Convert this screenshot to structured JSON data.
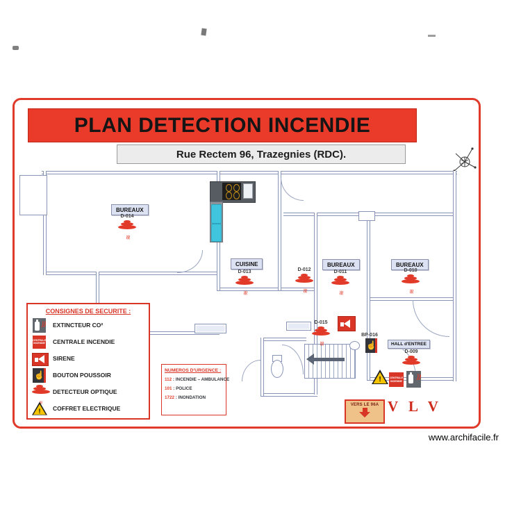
{
  "page": {
    "title": "PLAN DETECTION INCENDIE",
    "subtitle": "Rue Rectem 96, Trazegnies (RDC).",
    "watermark": "www.archifacile.fr"
  },
  "colors": {
    "banner_red": "#ea3b2a",
    "border_red": "#e03a2b",
    "wall_blue": "#8894b5",
    "detector_red": "#e23a28",
    "warning_yellow": "#f5c400",
    "room_label_bg": "#dde2f2",
    "exit_sign_bg": "#efc28a",
    "appliance_cyan": "#3fc6de"
  },
  "legend": {
    "title": "CONSIGNES DE SECURITE :",
    "items": [
      {
        "icon": "co2-extinguisher-icon",
        "label": "EXTINCTEUR CO²"
      },
      {
        "icon": "fire-alarm-panel-icon",
        "label": "CENTRALE INCENDIE"
      },
      {
        "icon": "siren-icon",
        "label": "SIRENE"
      },
      {
        "icon": "push-button-icon",
        "label": "BOUTON POUSSOIR"
      },
      {
        "icon": "optical-detector-icon",
        "label": "DETECTEUR OPTIQUE"
      },
      {
        "icon": "electrical-cabinet-icon",
        "label": "COFFRET ELECTRIQUE"
      }
    ]
  },
  "emergency": {
    "title": "NUMEROS D'URGENCE :",
    "lines": [
      {
        "number": "112",
        "label": ": INCENDIE – AMBULANCE"
      },
      {
        "number": "101",
        "label": ": POLICE"
      },
      {
        "number": "1722",
        "label": ": INONDATION"
      }
    ]
  },
  "plan": {
    "rooms": [
      {
        "label": "BUREAUX"
      },
      {
        "label": "CUISINE"
      },
      {
        "label": "BUREAUX"
      },
      {
        "label": "BUREAUX"
      },
      {
        "label": "HALL d'ENTREE"
      }
    ],
    "detectors": [
      {
        "id": "D-014"
      },
      {
        "id": "D-013"
      },
      {
        "id": "D-012"
      },
      {
        "id": "D-011"
      },
      {
        "id": "D-010"
      },
      {
        "id": "D-015"
      },
      {
        "id": "D-009"
      }
    ],
    "push_button_id": "BP-016",
    "panel_text": "CENTRALE INCENDIE",
    "exit_sign": "VERS LE 96A",
    "vlv": "V L V"
  }
}
